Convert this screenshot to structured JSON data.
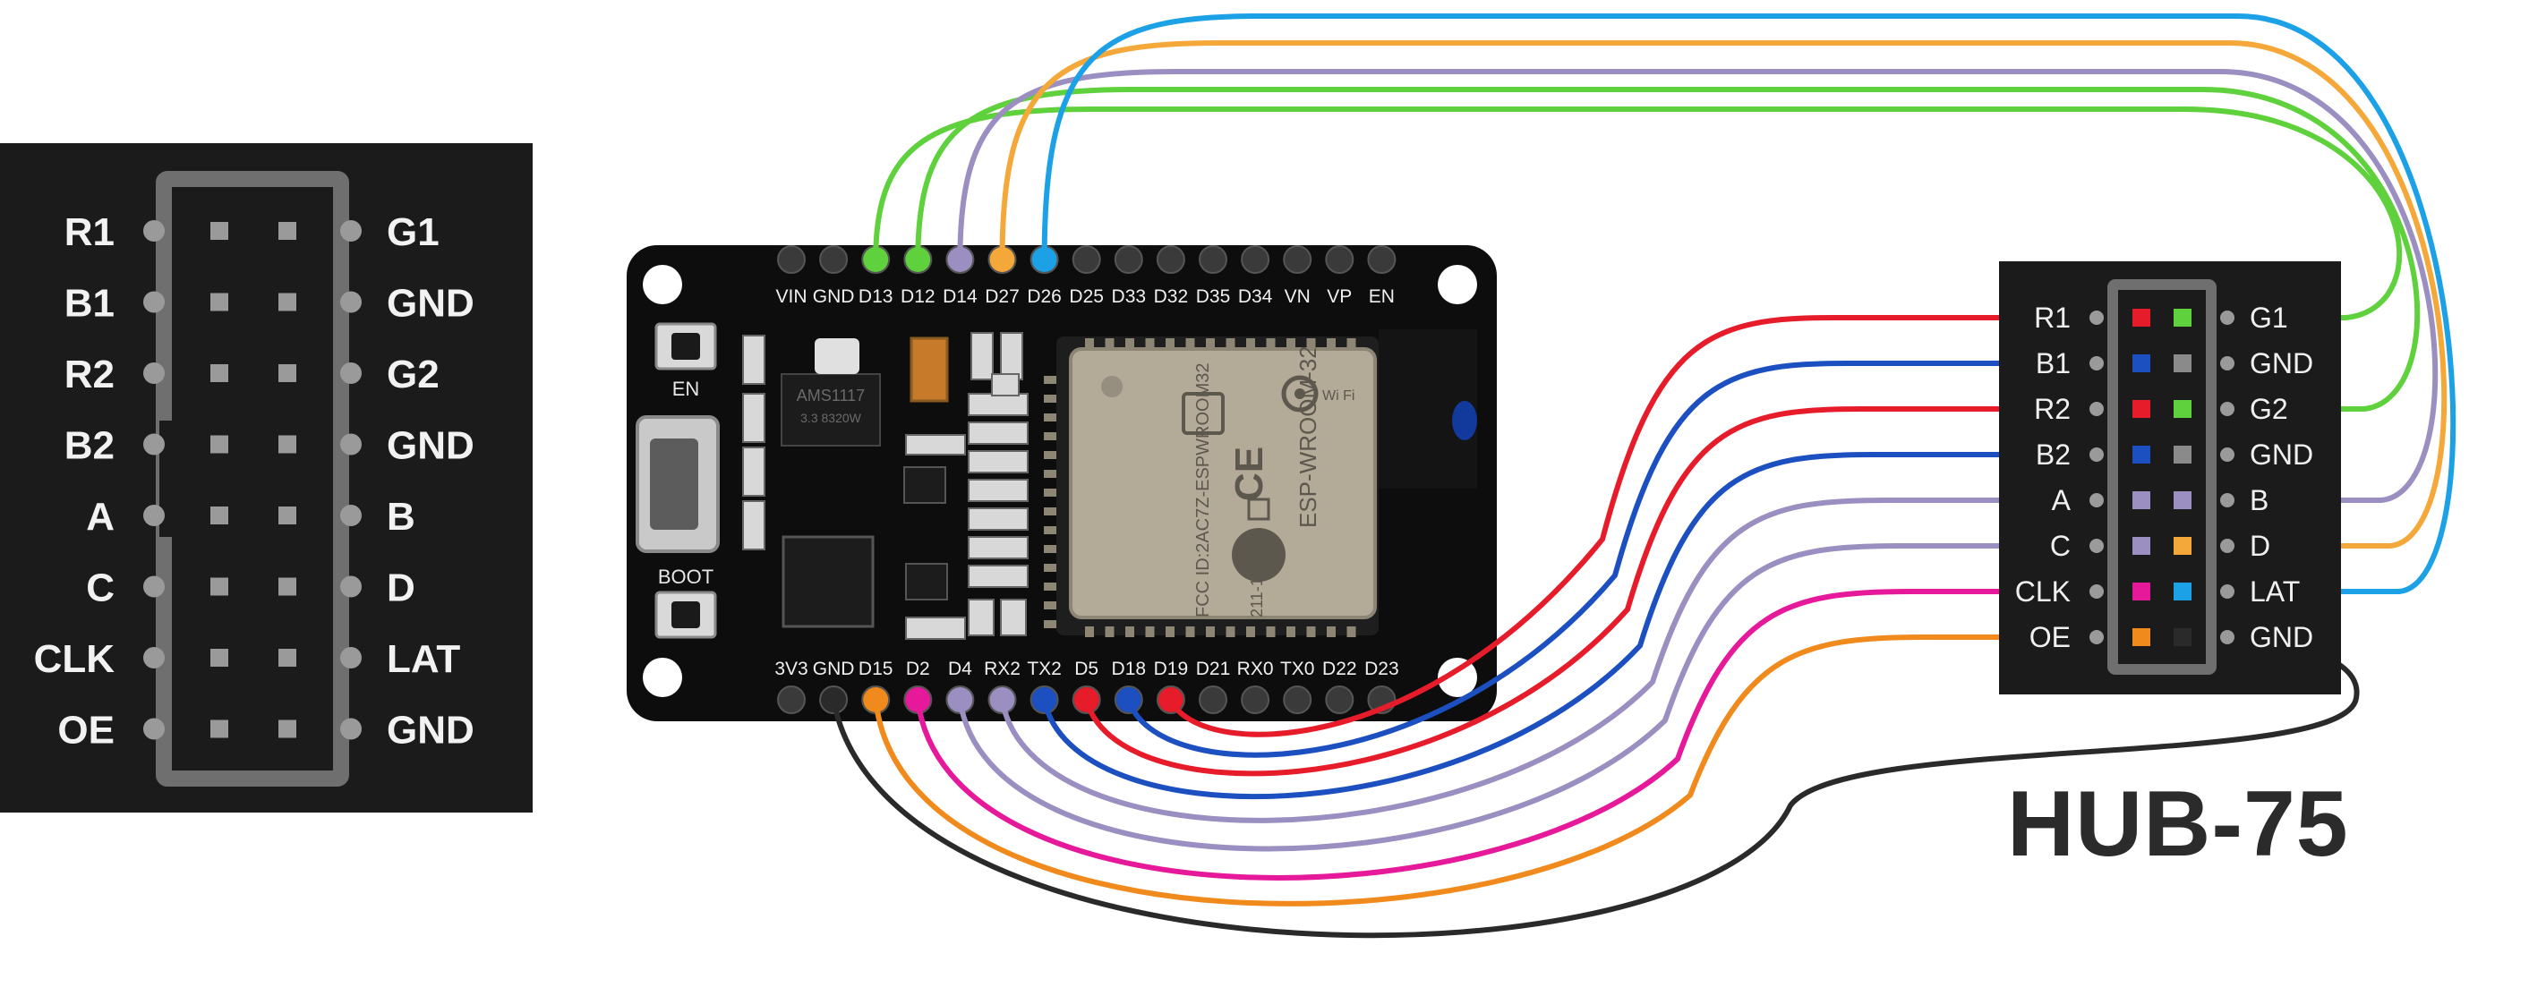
{
  "pinout": {
    "left_labels": [
      "R1",
      "B1",
      "R2",
      "B2",
      "A",
      "C",
      "CLK",
      "OE"
    ],
    "right_labels": [
      "G1",
      "GND",
      "G2",
      "GND",
      "B",
      "D",
      "LAT",
      "GND"
    ]
  },
  "hub": {
    "title": "HUB-75",
    "left_labels": [
      "R1",
      "B1",
      "R2",
      "B2",
      "A",
      "C",
      "CLK",
      "OE"
    ],
    "right_labels": [
      "G1",
      "GND",
      "G2",
      "GND",
      "B",
      "D",
      "LAT",
      "GND"
    ]
  },
  "board": {
    "top_pins": [
      "VIN",
      "GND",
      "D13",
      "D12",
      "D14",
      "D27",
      "D26",
      "D25",
      "D33",
      "D32",
      "D35",
      "D34",
      "VN",
      "VP",
      "EN"
    ],
    "bottom_pins": [
      "3V3",
      "GND",
      "D15",
      "D2",
      "D4",
      "RX2",
      "TX2",
      "D5",
      "D18",
      "D19",
      "D21",
      "RX0",
      "TX0",
      "D22",
      "D23"
    ],
    "en_button": "EN",
    "boot_button": "BOOT",
    "regulator_text": "AMS1117",
    "regulator_sub": "3.3 8320W",
    "module": {
      "title": "ESP-WROOM-32",
      "fcc_id": "FCC ID:2AC7Z-ESPWROOM32",
      "reg_code": "211-161007",
      "ce_mark": "CE",
      "wifi_mark": "Wi Fi"
    }
  },
  "wires": [
    {
      "from": "D13",
      "to": "G1",
      "color": "#5fd13c"
    },
    {
      "from": "D12",
      "to": "G2",
      "color": "#5fd13c"
    },
    {
      "from": "D14",
      "to": "B",
      "color": "#9a8fc0"
    },
    {
      "from": "D27",
      "to": "D",
      "color": "#f5a83a"
    },
    {
      "from": "D26",
      "to": "LAT",
      "color": "#1ca1e6"
    },
    {
      "from": "GND",
      "to": "GND",
      "color": "#2a2a2a"
    },
    {
      "from": "D15",
      "to": "OE",
      "color": "#f08a1c"
    },
    {
      "from": "D2",
      "to": "CLK",
      "color": "#e6199a"
    },
    {
      "from": "D4",
      "to": "C",
      "color": "#9a8fc0"
    },
    {
      "from": "RX2",
      "to": "A",
      "color": "#9a8fc0"
    },
    {
      "from": "TX2",
      "to": "B2",
      "color": "#1c4fc0"
    },
    {
      "from": "D5",
      "to": "R2",
      "color": "#e61c2a"
    },
    {
      "from": "D18",
      "to": "B1",
      "color": "#1c4fc0"
    },
    {
      "from": "D19",
      "to": "R1",
      "color": "#e61c2a"
    }
  ]
}
